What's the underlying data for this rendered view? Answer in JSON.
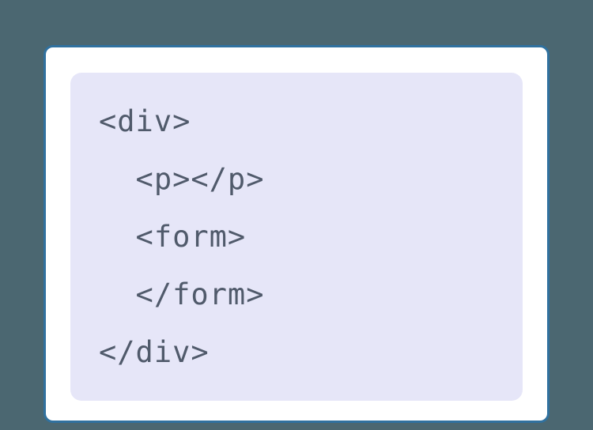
{
  "theme": {
    "background": "#4b6771",
    "card_bg": "#ffffff",
    "card_border": "#30719f",
    "code_bg": "#e6e6f8",
    "code_text": "#505a6b"
  },
  "code_block": {
    "language": "html",
    "lines": [
      "<div>",
      "  <p></p>",
      "  <form>",
      "  </form>",
      "</div>"
    ]
  }
}
